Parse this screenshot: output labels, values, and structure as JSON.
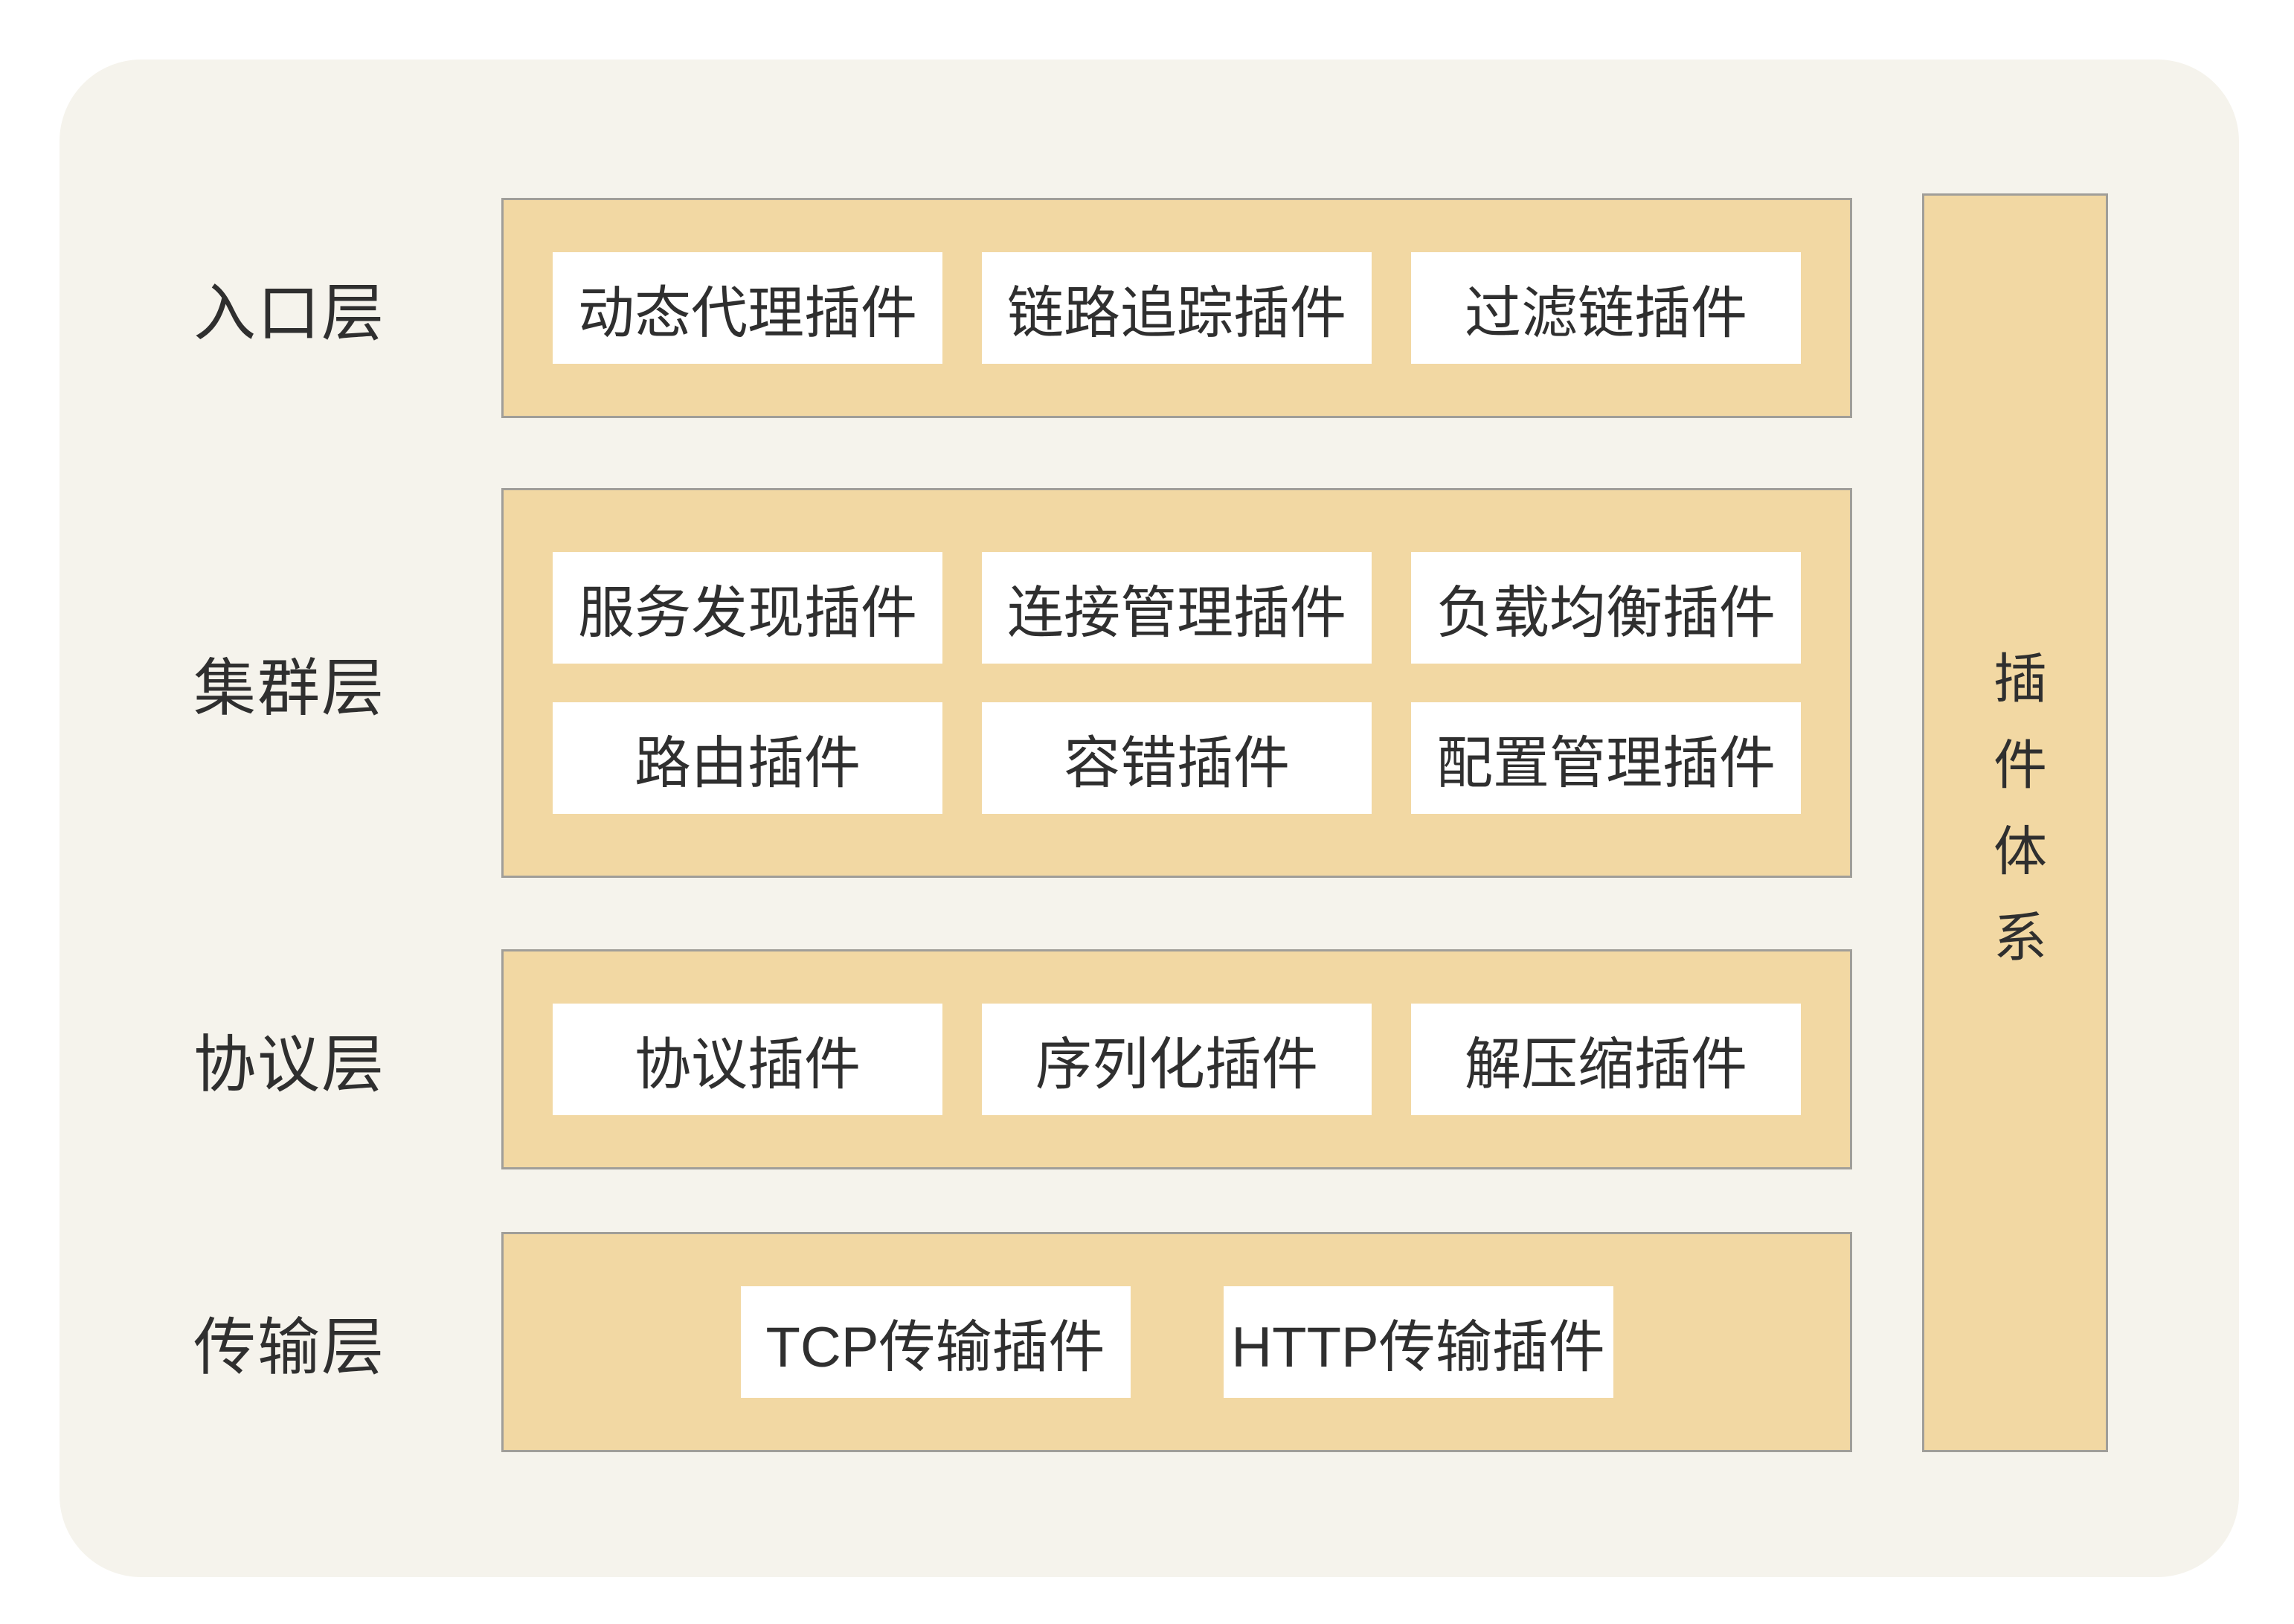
{
  "diagram": {
    "sidebar_label": "插件体系",
    "colors": {
      "band_fill": "#f2d8a3",
      "band_border": "#a09e99",
      "panel_background": "#f5f3ec",
      "box_background": "#ffffff",
      "text": "#2f2f2f"
    },
    "layers": [
      {
        "label": "入口层",
        "rows": [
          [
            "动态代理插件",
            "链路追踪插件",
            "过滤链插件"
          ]
        ]
      },
      {
        "label": "集群层",
        "rows": [
          [
            "服务发现插件",
            "连接管理插件",
            "负载均衡插件"
          ],
          [
            "路由插件",
            "容错插件",
            "配置管理插件"
          ]
        ]
      },
      {
        "label": "协议层",
        "rows": [
          [
            "协议插件",
            "序列化插件",
            "解压缩插件"
          ]
        ]
      },
      {
        "label": "传输层",
        "rows": [
          [
            "TCP传输插件",
            "HTTP传输插件"
          ]
        ]
      }
    ]
  }
}
